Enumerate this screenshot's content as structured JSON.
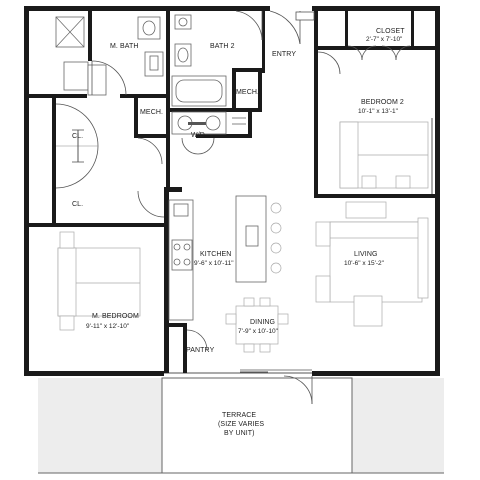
{
  "rooms": {
    "m_bath": "M. BATH",
    "bath2": "BATH 2",
    "entry": "ENTRY",
    "closet_title": "CLOSET",
    "closet_dim": "2'-7\" x 7'-10\"",
    "mech1": "MECH.",
    "mech2": "MECH.",
    "wd": "W/D",
    "bedroom2_title": "BEDROOM 2",
    "bedroom2_dim": "10'-1\" x 13'-1\"",
    "cl_upper": "CL.",
    "cl_lower": "CL.",
    "kitchen_title": "KITCHEN",
    "kitchen_dim": "9'-6\" x 10'-11\"",
    "living_title": "LIVING",
    "living_dim": "10'-6\" x 15'-2\"",
    "mbed_title": "M. BEDROOM",
    "mbed_dim": "9'-11\" x 12'-10\"",
    "dining_title": "DINING",
    "dining_dim": "7'-9\" x 10'-10\"",
    "pantry": "PANTRY",
    "terrace_line1": "TERRACE",
    "terrace_line2": "(SIZE VARIES",
    "terrace_line3": "BY UNIT)"
  }
}
